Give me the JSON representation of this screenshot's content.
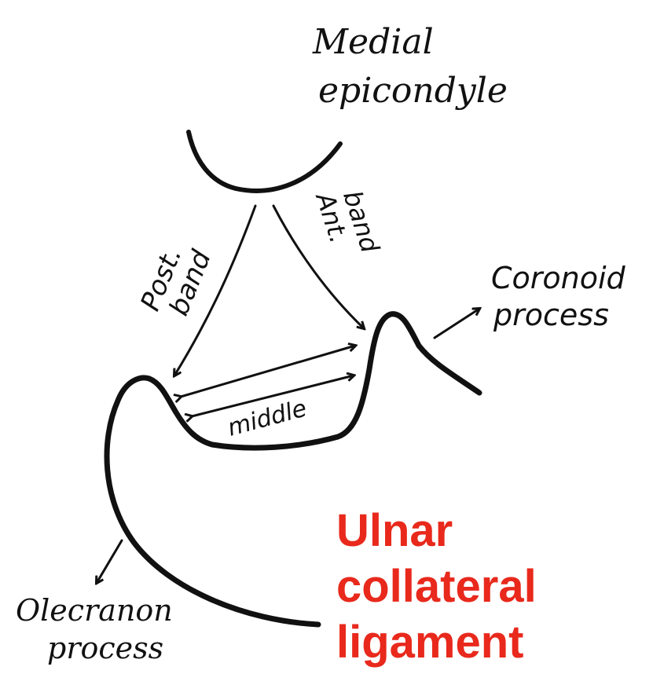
{
  "labels": {
    "medial_epicondyle": [
      "Medial",
      "epicondyle"
    ],
    "post_band": [
      "Post.",
      "band"
    ],
    "ant_band": [
      "Ant.",
      "band"
    ],
    "coronoid_process": [
      "Coronoid",
      "process"
    ],
    "middle": "middle",
    "olecranon_process": [
      "Olecranon",
      "process"
    ]
  },
  "title": [
    "Ulnar",
    "collateral",
    "ligament"
  ],
  "colors": {
    "ink": "#111111",
    "title": "#e8291c",
    "background": "#ffffff"
  }
}
